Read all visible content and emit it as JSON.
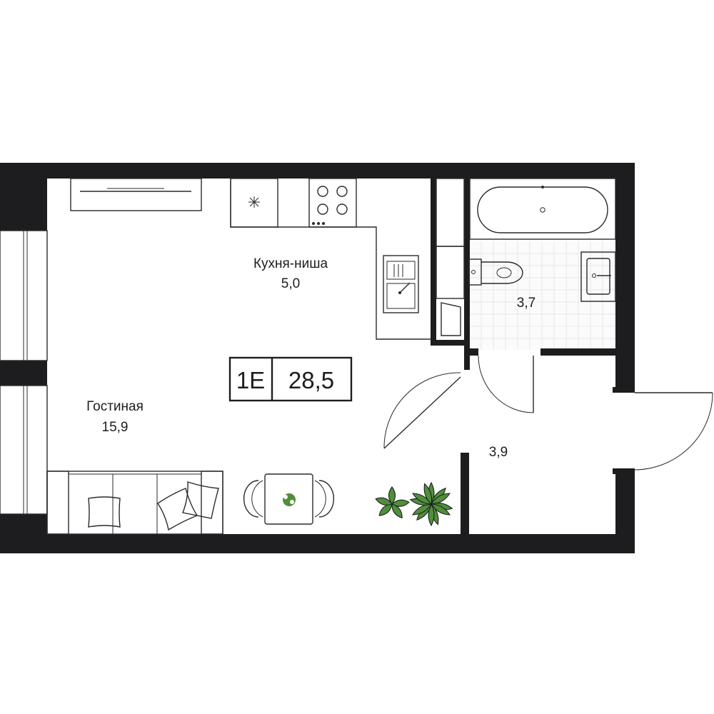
{
  "plan": {
    "apartment_type": "1E",
    "total_area": "28,5",
    "rooms": {
      "kitchen": {
        "label": "Кухня-ниша",
        "area": "5,0"
      },
      "living": {
        "label": "Гостиная",
        "area": "15,9"
      },
      "bathroom": {
        "area": "3,7"
      },
      "hallway": {
        "area": "3,9"
      }
    }
  },
  "colors": {
    "wall": "#1d1d1f",
    "line": "#2a2a2a",
    "plant": "#4f8f3a",
    "tile_grid": "#e7e7ea"
  },
  "icons": [
    "sofa-icon",
    "pillow-icon",
    "dining-table-icon",
    "chair-icon",
    "plant-icon",
    "bathtub-icon",
    "toilet-icon",
    "sink-icon",
    "stove-icon",
    "fridge-icon",
    "kitchen-sink-icon",
    "door-swing-icon",
    "window-icon",
    "radiator-icon"
  ]
}
